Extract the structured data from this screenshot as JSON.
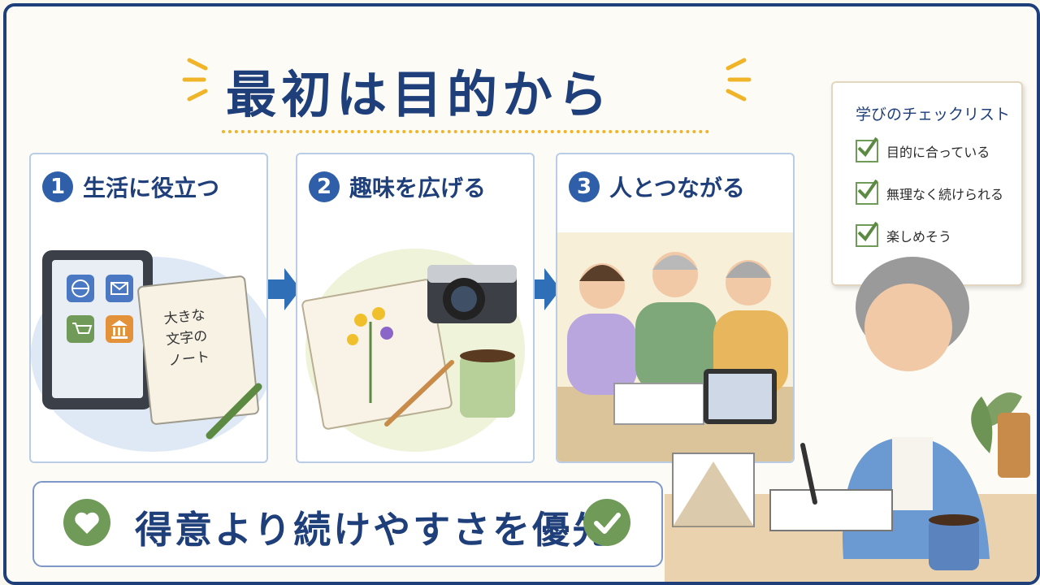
{
  "title": "最初は目的から",
  "panels": [
    {
      "number": "1",
      "label": "生活に役立つ",
      "note_text": "大きな\n文字の\nノート"
    },
    {
      "number": "2",
      "label": "趣味を広げる"
    },
    {
      "number": "3",
      "label": "人とつながる"
    }
  ],
  "bottom_banner": {
    "text": "得意より続けやすさを優先"
  },
  "checklist": {
    "title": "学びのチェックリスト",
    "items": [
      "目的に合っている",
      "無理なく続けられる",
      "楽しめそう"
    ]
  },
  "colors": {
    "navy": "#1f3f7a",
    "accent_blue": "#2f5fa8",
    "green": "#6f9a58",
    "gold": "#f0b429"
  },
  "icons": [
    "heart-icon",
    "check-icon",
    "arrow-right-icon",
    "globe-icon",
    "mail-icon",
    "cart-icon",
    "bank-icon",
    "camera-icon"
  ]
}
